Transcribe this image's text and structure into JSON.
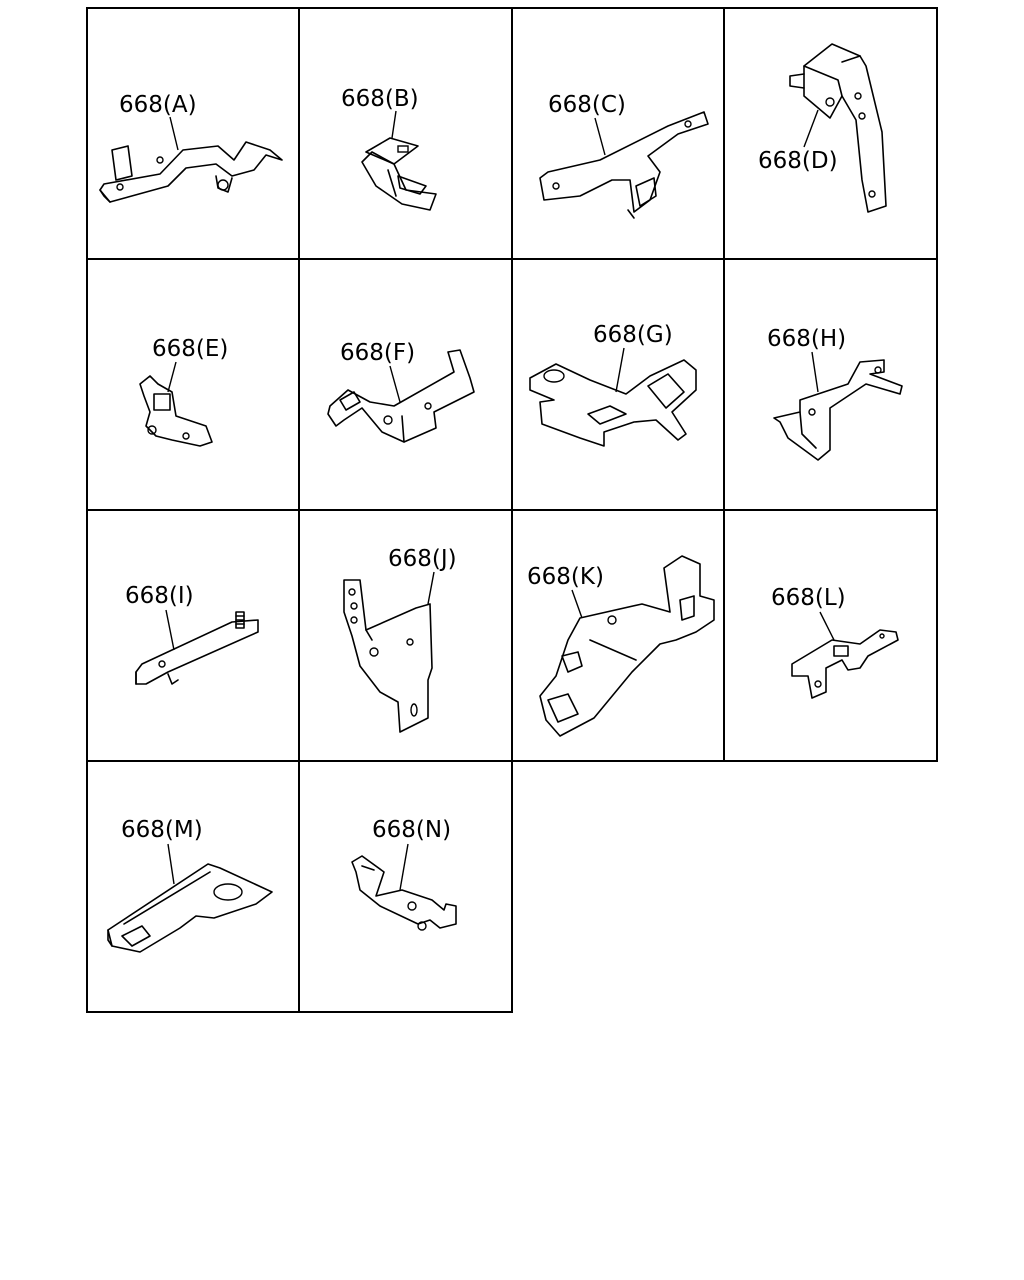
{
  "parts": [
    {
      "id": "A",
      "label": "668(A)"
    },
    {
      "id": "B",
      "label": "668(B)"
    },
    {
      "id": "C",
      "label": "668(C)"
    },
    {
      "id": "D",
      "label": "668(D)"
    },
    {
      "id": "E",
      "label": "668(E)"
    },
    {
      "id": "F",
      "label": "668(F)"
    },
    {
      "id": "G",
      "label": "668(G)"
    },
    {
      "id": "H",
      "label": "668(H)"
    },
    {
      "id": "I",
      "label": "668(I)"
    },
    {
      "id": "J",
      "label": "668(J)"
    },
    {
      "id": "K",
      "label": "668(K)"
    },
    {
      "id": "L",
      "label": "668(L)"
    },
    {
      "id": "M",
      "label": "668(M)"
    },
    {
      "id": "N",
      "label": "668(N)"
    }
  ]
}
